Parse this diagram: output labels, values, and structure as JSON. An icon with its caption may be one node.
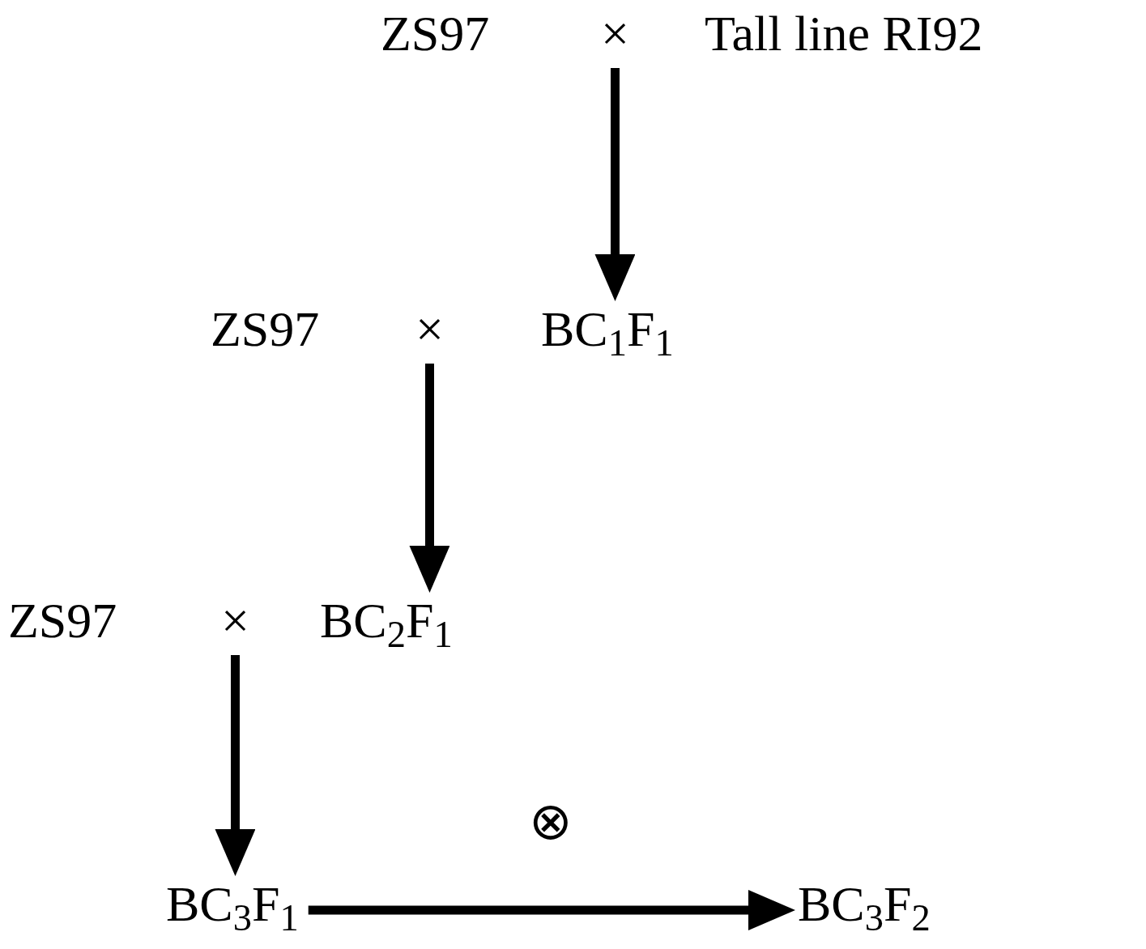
{
  "diagram": {
    "nodes": [
      {
        "text": [
          "ZS97"
        ]
      },
      {
        "text": [
          "×"
        ]
      },
      {
        "text": [
          "Tall line RI92"
        ]
      },
      {
        "text": [
          "ZS97"
        ]
      },
      {
        "text": [
          "×"
        ]
      },
      {
        "text": [
          "BC$_{1}$F$_{1}$"
        ]
      },
      {
        "text": [
          "ZS97"
        ]
      },
      {
        "text": [
          "×"
        ]
      },
      {
        "text": [
          "BC$_{2}$F$_{1}$"
        ]
      },
      {
        "text": [
          "BC$_{3}$F$_{1}$"
        ]
      },
      {
        "text": [
          "BC$_{3}$F$_{2}$"
        ]
      }
    ],
    "edges": [
      {
        "from": 1,
        "to": 5,
        "arrow": "to"
      },
      {
        "from": 4,
        "to": 8,
        "arrow": "to"
      },
      {
        "from": 7,
        "to": 9,
        "arrow": "to"
      },
      {
        "from": 9,
        "to": 10,
        "arrow": "to",
        "label": "⊗"
      }
    ]
  }
}
